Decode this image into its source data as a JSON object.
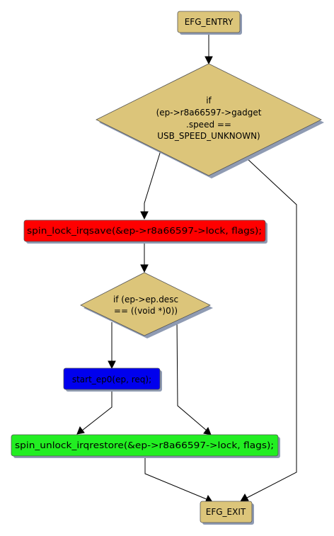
{
  "nodes": {
    "entry": {
      "label": "EFG_ENTRY",
      "color": "#dcc57a"
    },
    "cond1": {
      "lines": [
        "if",
        "(ep->r8a66597->gadget",
        ".speed ==",
        "USB_SPEED_UNKNOWN)"
      ],
      "color": "#dcc57a"
    },
    "lock": {
      "label": "spin_lock_irqsave(&ep->r8a66597->lock, flags);",
      "color": "#ff0000"
    },
    "cond2": {
      "lines": [
        "if (ep->ep.desc",
        "== ((void *)0))"
      ],
      "color": "#dcc57a"
    },
    "start": {
      "label": "start_ep0(ep, req);",
      "color": "#0000ee"
    },
    "unlock": {
      "label": "spin_unlock_irqrestore(&ep->r8a66597->lock, flags);",
      "color": "#22ee22"
    },
    "exit": {
      "label": "EFG_EXIT",
      "color": "#dcc57a"
    }
  },
  "theme": {
    "edge_color": "#000000",
    "shadow_color": "#8f9bb3"
  }
}
